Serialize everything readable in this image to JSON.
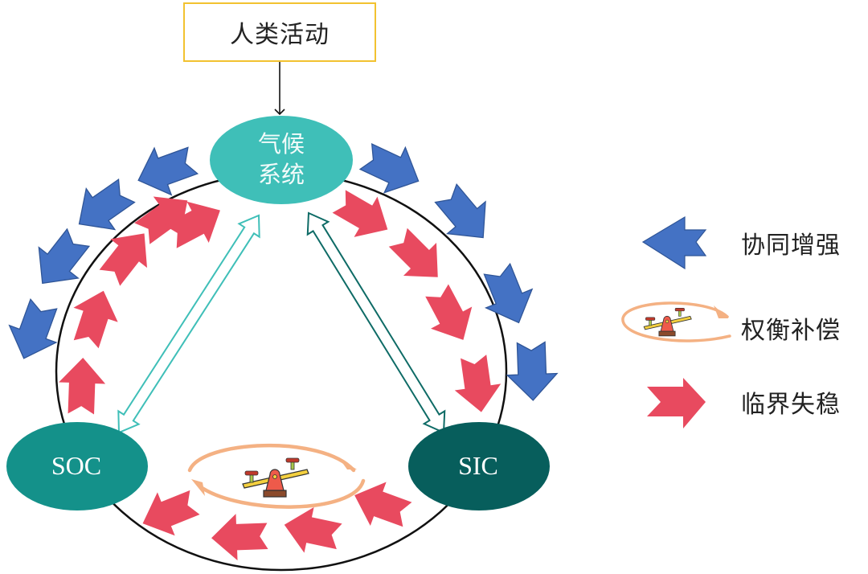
{
  "diagram": {
    "top_box": {
      "label": "人类活动"
    },
    "nodes": {
      "climate": {
        "line1": "气候",
        "line2": "系统",
        "color": "#3FBFB8"
      },
      "soc": {
        "label": "SOC",
        "color": "#14918A"
      },
      "sic": {
        "label": "SIC",
        "color": "#075E5C"
      }
    },
    "colors": {
      "synergy_arrow": "#4472C4",
      "synergy_arrow_stroke": "#2F5597",
      "instability_arrow": "#E84A5F",
      "tradeoff_ring": "#F4B183",
      "left_link": "#3FBFB8",
      "right_link": "#0E6B66",
      "top_box_border": "#F2C230"
    },
    "legend": [
      {
        "key": "synergy",
        "label": "协同增强",
        "icon": "blue-left-arrow-icon"
      },
      {
        "key": "tradeoff",
        "label": "权衡补偿",
        "icon": "seesaw-icon"
      },
      {
        "key": "instability",
        "label": "临界失稳",
        "icon": "red-right-arrow-icon"
      }
    ]
  }
}
